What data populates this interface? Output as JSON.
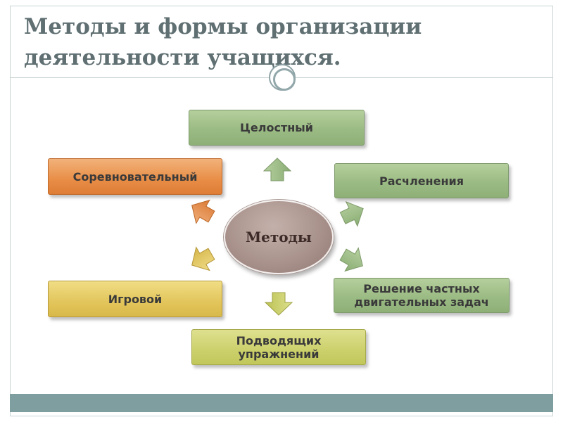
{
  "title": {
    "line1": "Методы и формы организации",
    "line2": "деятельности учащихся."
  },
  "center": {
    "label": "Методы"
  },
  "nodes": [
    {
      "id": "holistic",
      "label": "Целостный",
      "color": "green"
    },
    {
      "id": "dissection",
      "label": "Расчленения",
      "color": "green"
    },
    {
      "id": "private_tasks",
      "label": "Решение частных двигательных задач",
      "color": "green"
    },
    {
      "id": "lead_up",
      "label": "Подводящих упражнений",
      "color": "olive"
    },
    {
      "id": "game",
      "label": "Игровой",
      "color": "yellow"
    },
    {
      "id": "competitive",
      "label": "Соревновательный",
      "color": "orange"
    }
  ],
  "colors": {
    "title": "#5f6f72",
    "footer_bar": "#7f9ea0",
    "green": "#9bbb84",
    "orange": "#e88d46",
    "yellow": "#e2c55b",
    "olive": "#ccd06b",
    "center": "#a7908a"
  }
}
